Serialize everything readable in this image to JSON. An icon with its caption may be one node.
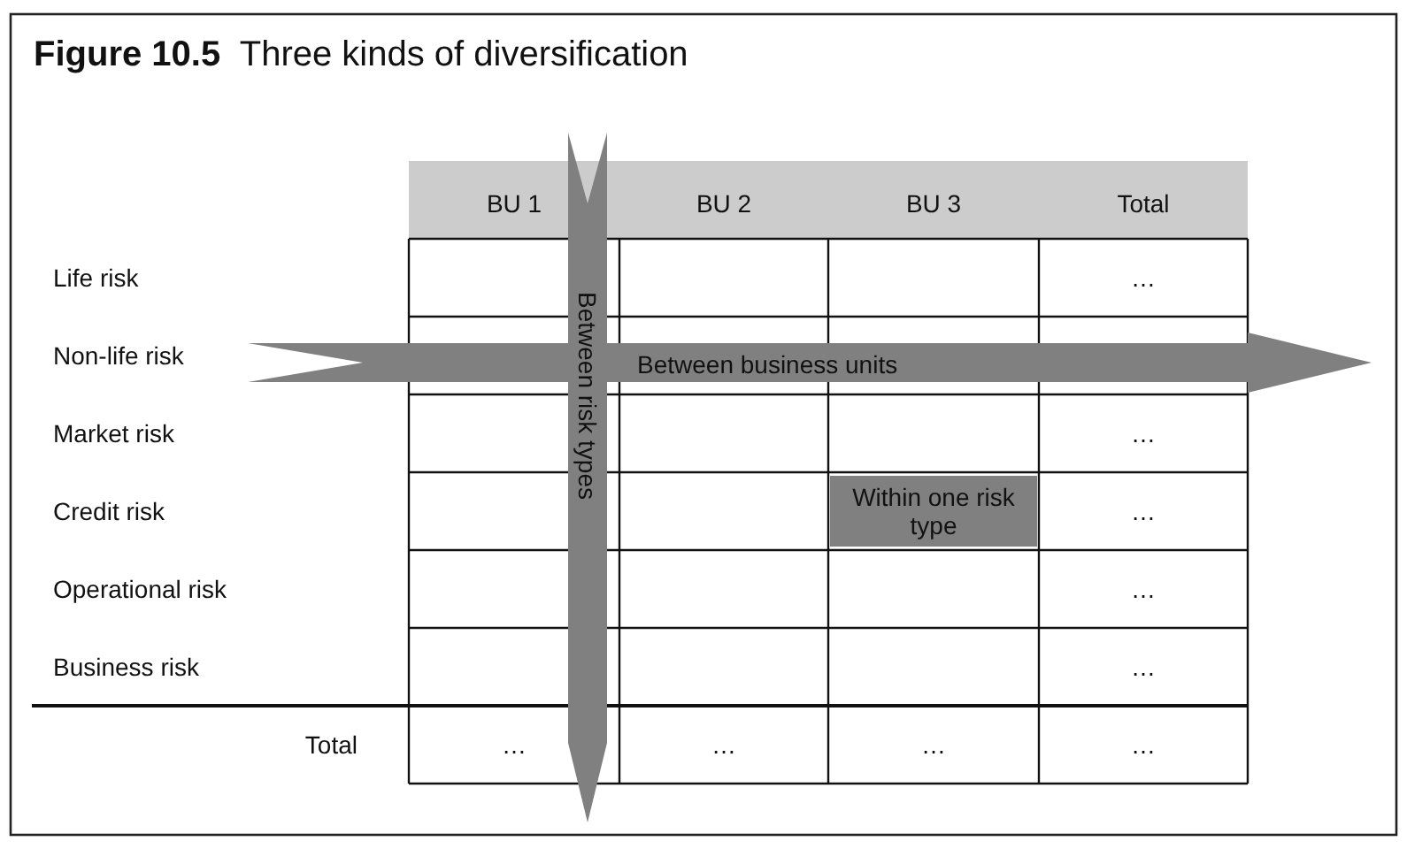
{
  "diagram": {
    "title": "**Figure 10.5**  Three kinds of diversification",
    "labels": [
      "BU 1",
      "BU 2",
      "BU 3",
      "Total",
      "Life risk",
      "…",
      "Non-life risk",
      "Between business units",
      "Market risk",
      "…",
      "Credit risk",
      "Within one risk type",
      "…",
      "Operational risk",
      "…",
      "Business risk",
      "…",
      "Total",
      "…",
      "…",
      "…",
      "…",
      "Between risk types"
    ]
  }
}
